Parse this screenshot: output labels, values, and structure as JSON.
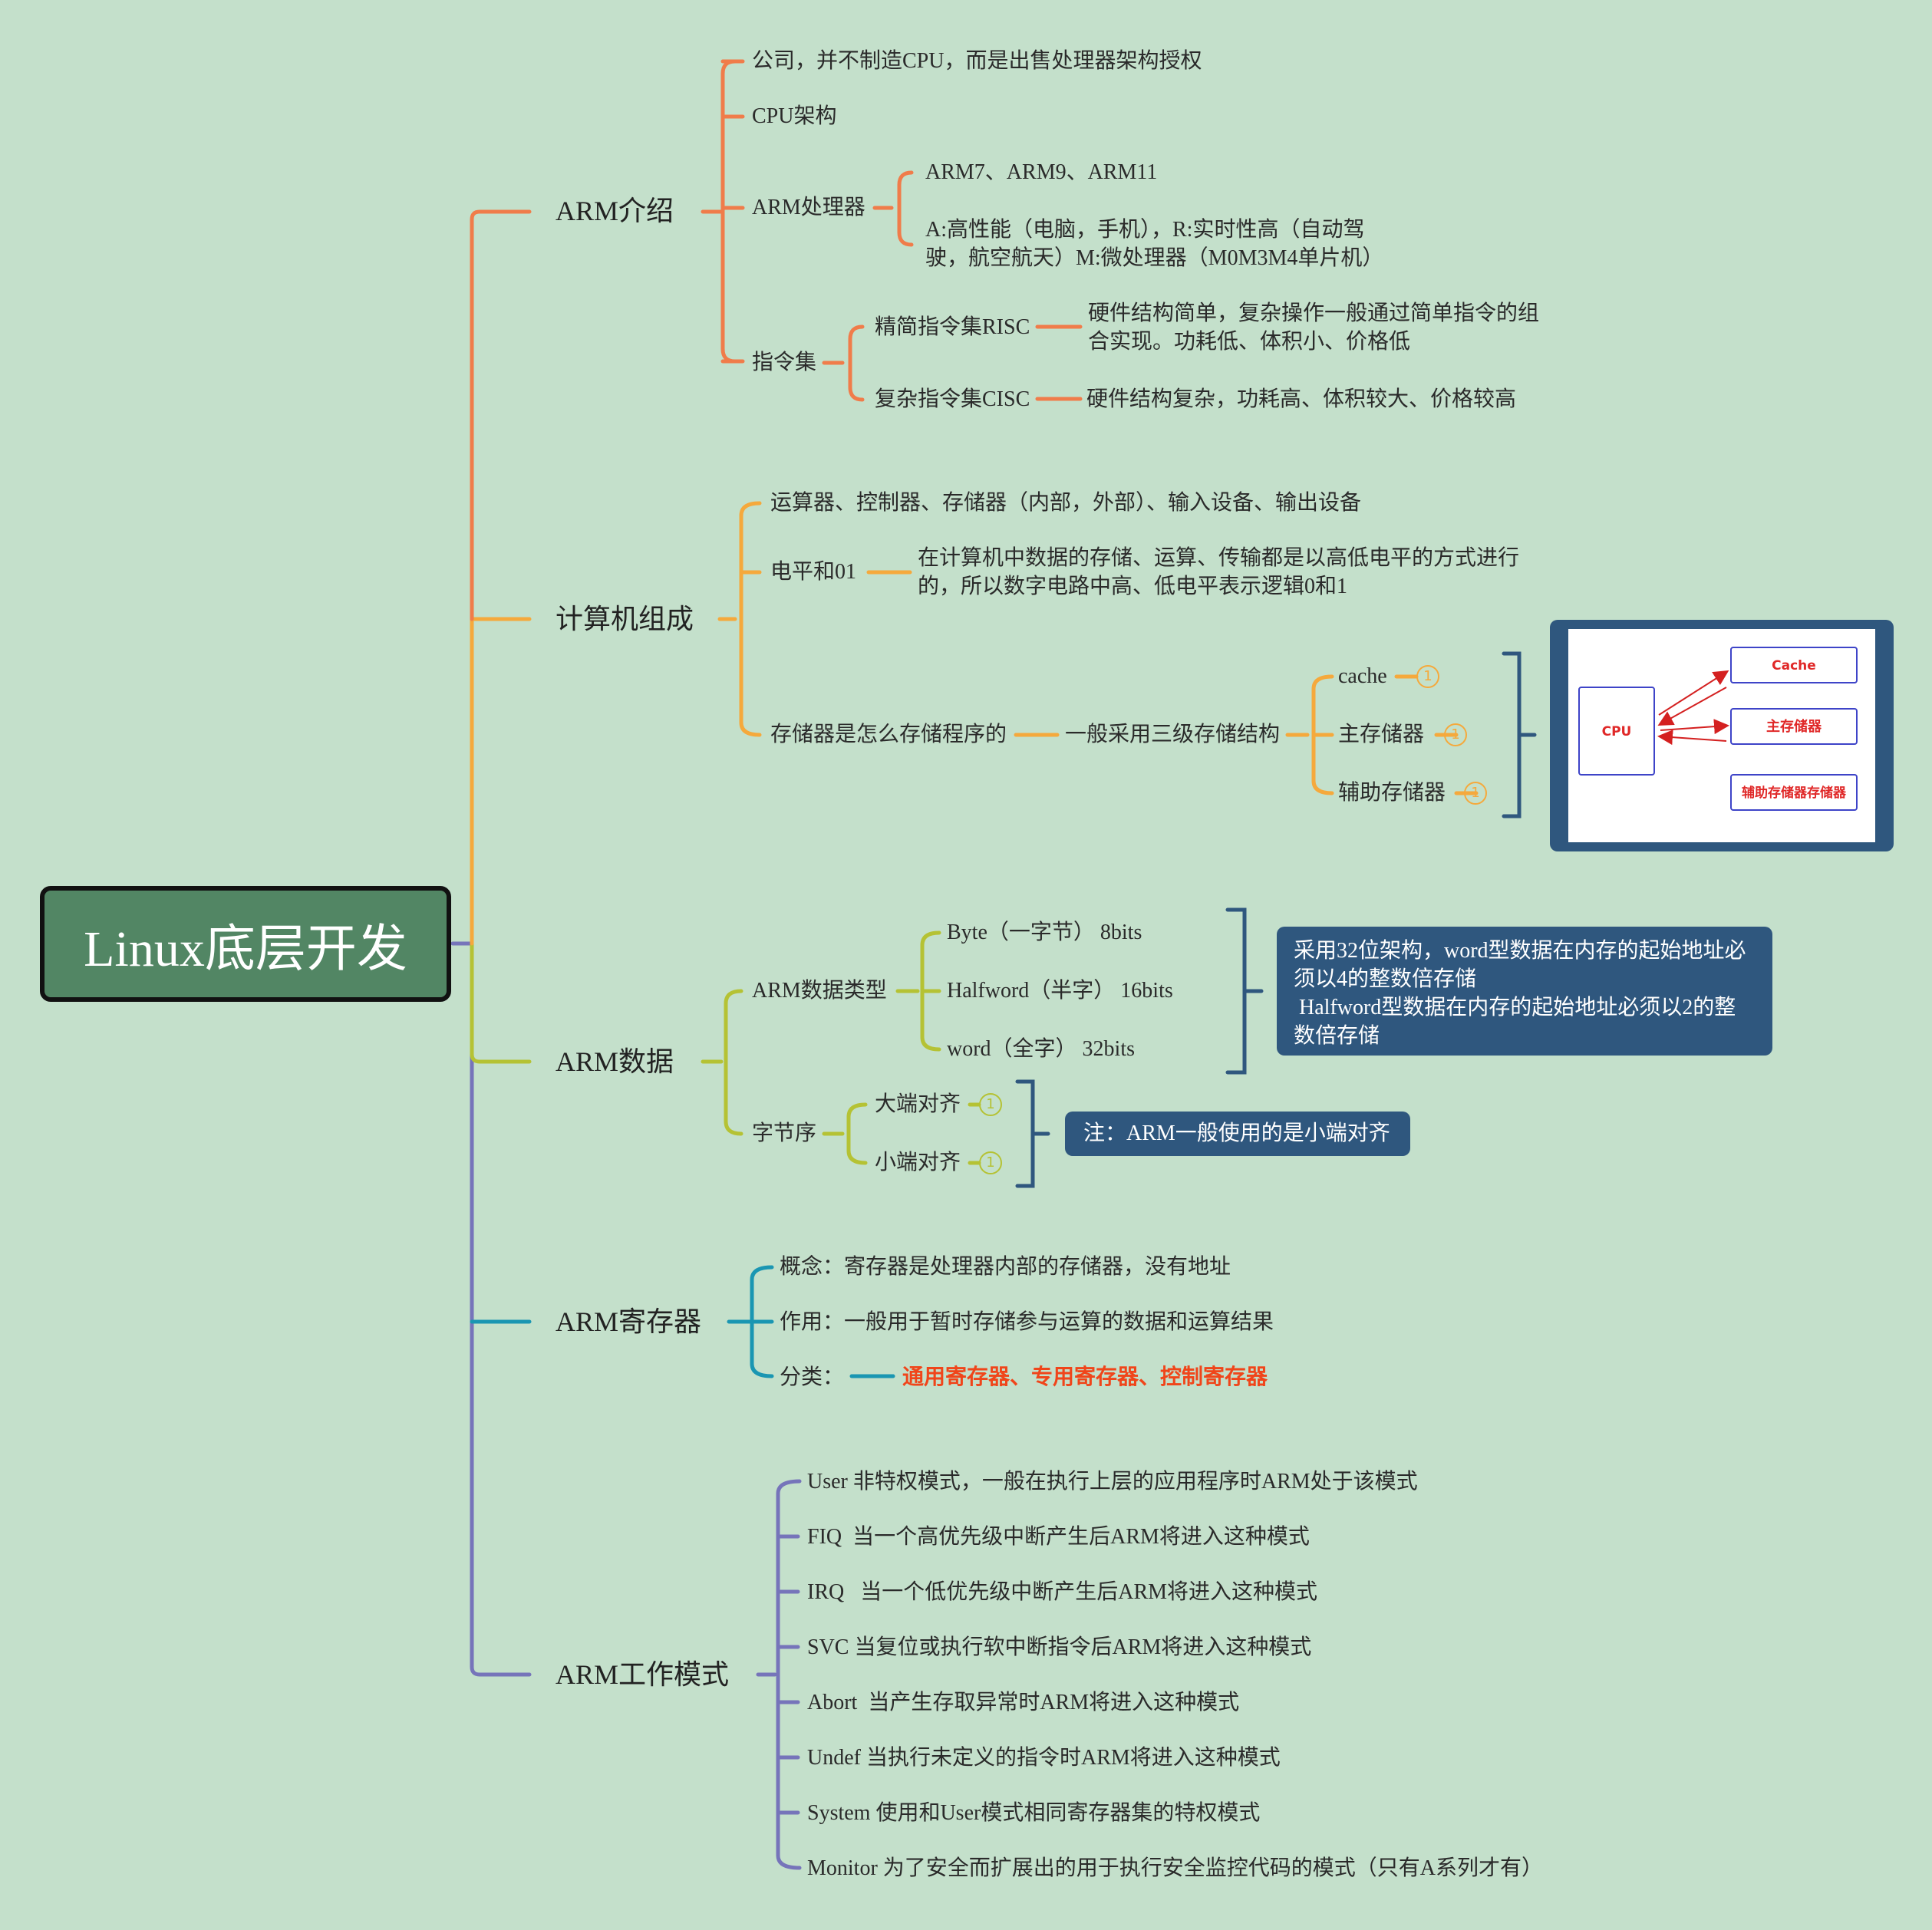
{
  "root": "Linux底层开发",
  "colors": {
    "background": "#c4e0cb",
    "root_fill": "#528664",
    "arm_intro": "#f07c4a",
    "computer": "#f5a93c",
    "arm_data": "#b5c234",
    "arm_register": "#1a96b2",
    "arm_mode": "#7674ba",
    "note_box": "#2f577e",
    "highlight_red": "#f0451a"
  },
  "arm_intro": {
    "label": "ARM介绍",
    "company": "公司，并不制造CPU，而是出售处理器架构授权",
    "cpu_arch": "CPU架构",
    "processor": {
      "label": "ARM处理器",
      "models": "ARM7、ARM9、ARM11",
      "series": "A:高性能（电脑，手机），R:实时性高（自动驾驶，航空航天）M:微处理器（M0M3M4单片机）"
    },
    "isa": {
      "label": "指令集",
      "risc_label": "精简指令集RISC",
      "risc_desc": "硬件结构简单，复杂操作一般通过简单指令的组合实现。功耗低、体积小、价格低",
      "cisc_label": "复杂指令集CISC",
      "cisc_desc": "硬件结构复杂，功耗高、体积较大、价格较高"
    }
  },
  "computer": {
    "label": "计算机组成",
    "parts": "运算器、控制器、存储器（内部，外部）、输入设备、输出设备",
    "level": {
      "label": "电平和01",
      "desc": "在计算机中数据的存储、运算、传输都是以高低电平的方式进行的，所以数字电路中高、低电平表示逻辑0和1"
    },
    "storage": {
      "label": "存储器是怎么存储程序的",
      "structure": "一般采用三级存储结构",
      "levels": [
        "cache",
        "主存储器",
        "辅助存储器"
      ],
      "badge": "1",
      "image": {
        "cpu": "CPU",
        "cache": "Cache",
        "main": "主存储器",
        "aux": "辅助存储器存储器"
      }
    }
  },
  "arm_data": {
    "label": "ARM数据",
    "types": {
      "label": "ARM数据类型",
      "items": [
        "Byte（一字节） 8bits",
        "Halfword（半字） 16bits",
        "word（全字） 32bits"
      ],
      "note": "采用32位架构，word型数据在内存的起始地址必须以4的整数倍存储\n Halfword型数据在内存的起始地址必须以2的整数倍存储"
    },
    "endian": {
      "label": "字节序",
      "items": [
        "大端对齐",
        "小端对齐"
      ],
      "badge": "1",
      "note": "注：ARM一般使用的是小端对齐"
    }
  },
  "arm_register": {
    "label": "ARM寄存器",
    "concept": "概念：寄存器是处理器内部的存储器，没有地址",
    "usage": "作用：一般用于暂时存储参与运算的数据和运算结果",
    "category_label": "分类：",
    "category_value": "通用寄存器、专用寄存器、控制寄存器"
  },
  "arm_mode": {
    "label": "ARM工作模式",
    "modes": [
      "User 非特权模式，一般在执行上层的应用程序时ARM处于该模式",
      "FIQ  当一个高优先级中断产生后ARM将进入这种模式",
      "IRQ   当一个低优先级中断产生后ARM将进入这种模式",
      "SVC 当复位或执行软中断指令后ARM将进入这种模式",
      "Abort  当产生存取异常时ARM将进入这种模式",
      "Undef 当执行未定义的指令时ARM将进入这种模式",
      "System 使用和User模式相同寄存器集的特权模式",
      "Monitor 为了安全而扩展出的用于执行安全监控代码的模式（只有A系列才有）"
    ]
  }
}
